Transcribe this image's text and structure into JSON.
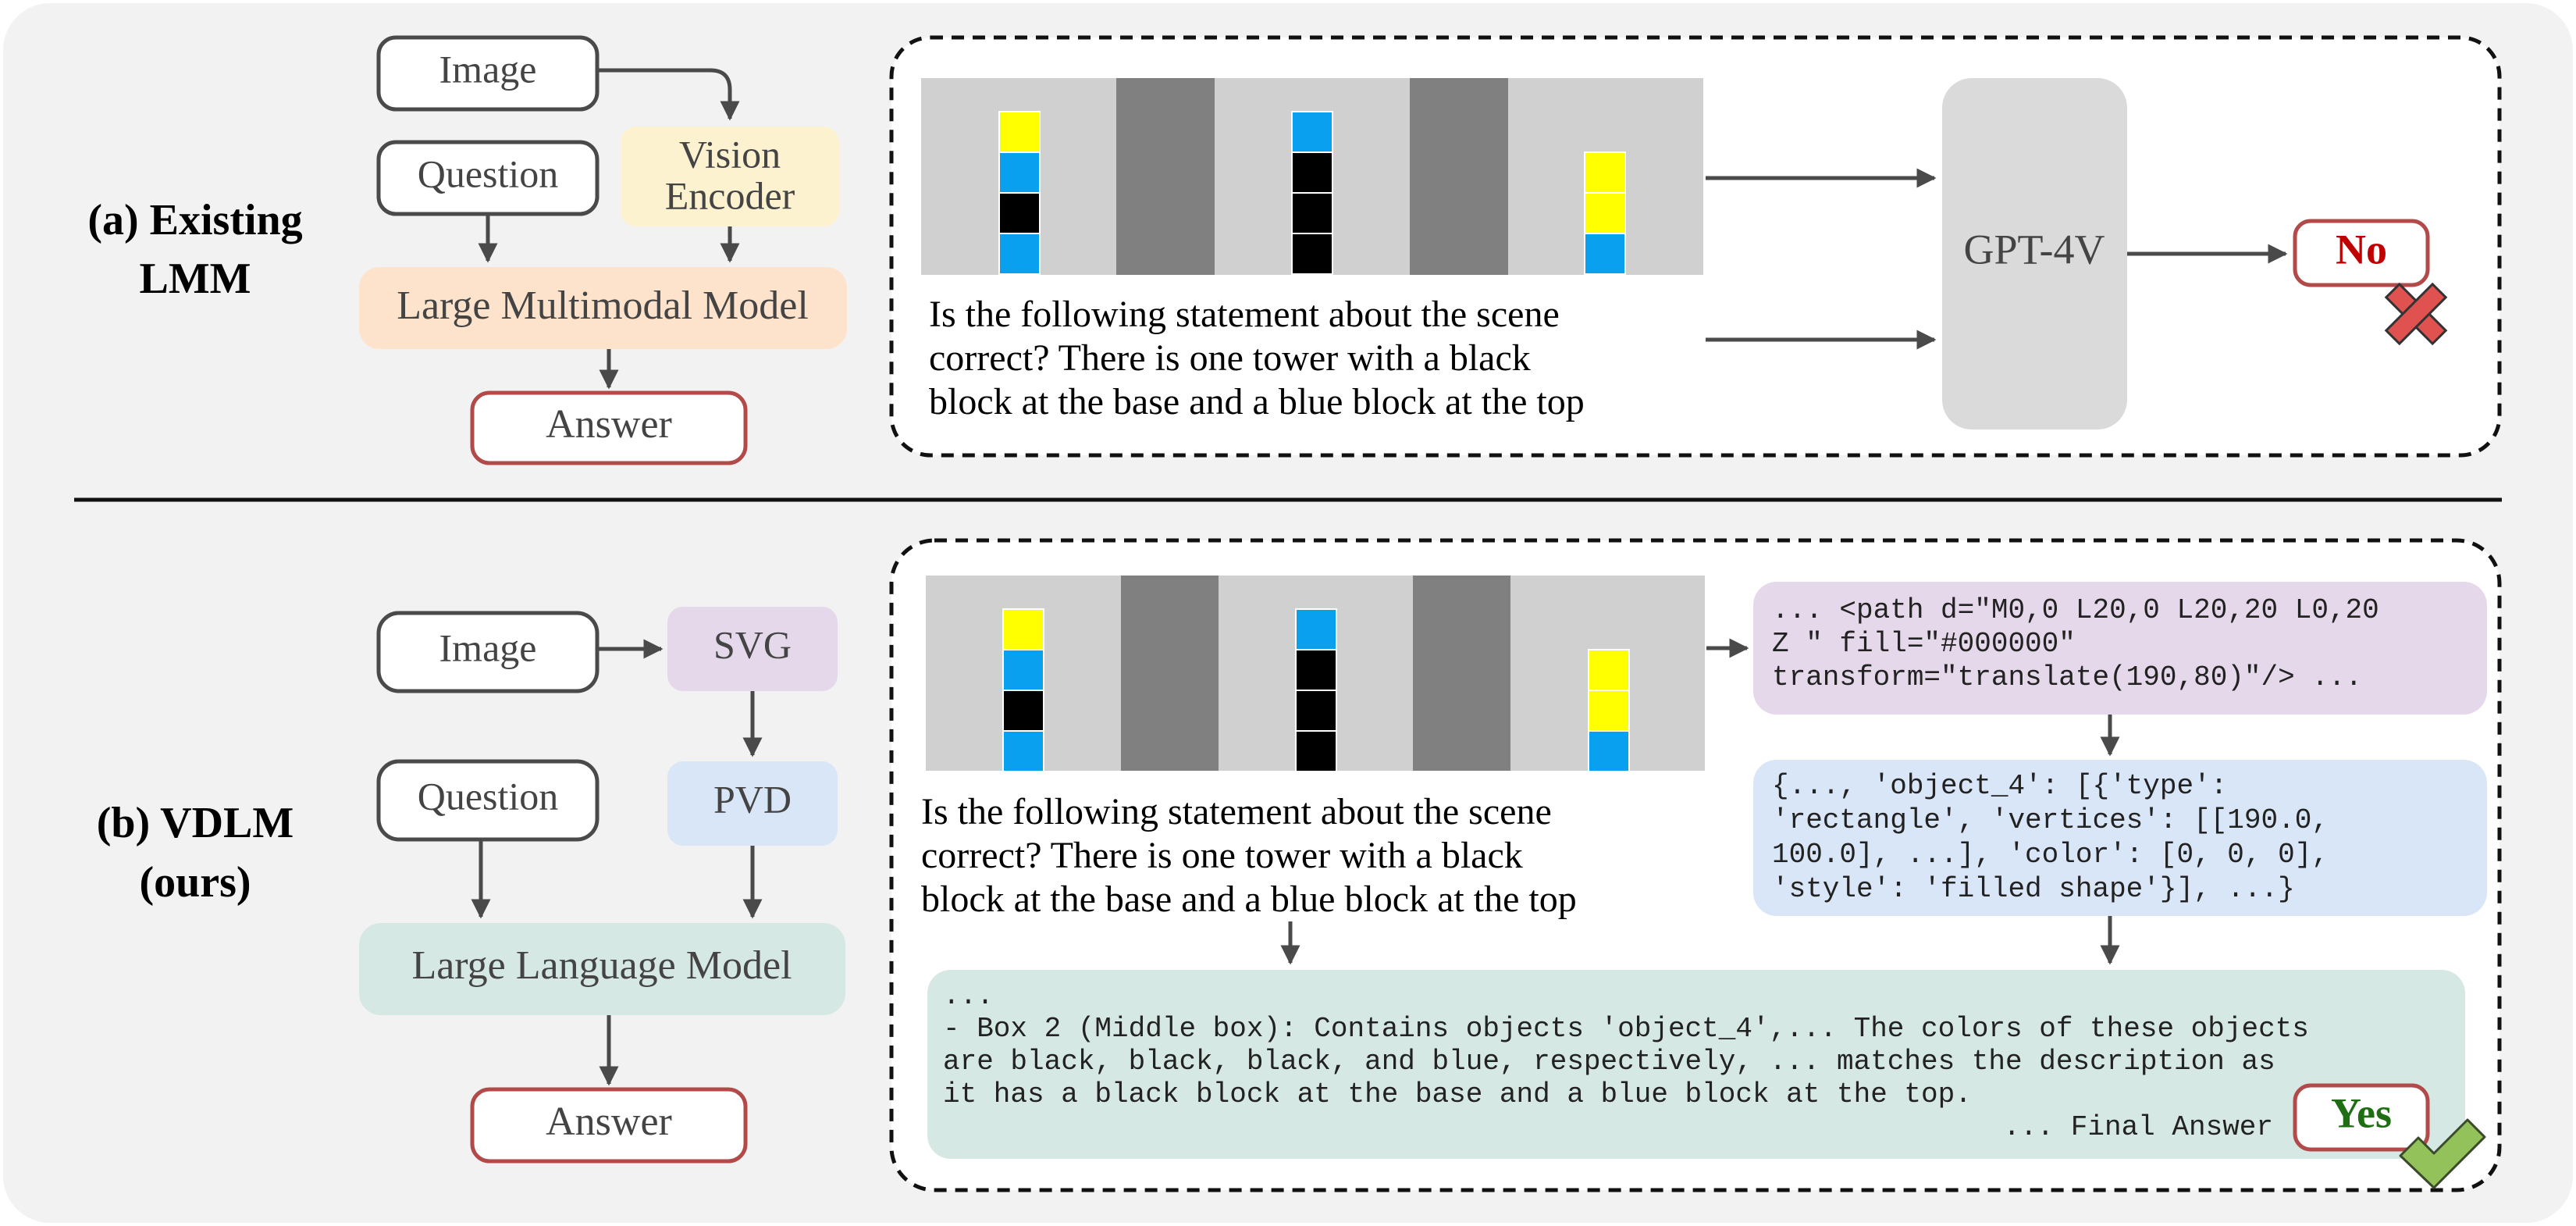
{
  "colors": {
    "panel_bg": "#f2f2f2",
    "box_stroke": "#4a4a4a",
    "answer_stroke": "#b24a4a",
    "vision_encoder_fill": "#fdf2cf",
    "lmm_fill": "#fde3cc",
    "svg_fill": "#e4d8ea",
    "pvd_fill": "#d9e6f7",
    "llm_fill": "#d6e8e3",
    "gpt_fill": "#dadada",
    "no_text": "#c00000",
    "yes_text": "#1f6e14",
    "cross_fill": "#e05250",
    "check_fill": "#93c25a",
    "scene_bg": "#d0d0d0",
    "scene_wall": "#808080",
    "block_yellow": "#ffff00",
    "block_blue": "#0aa0f0",
    "block_black": "#000000"
  },
  "top": {
    "section_label_line1": "(a) Existing",
    "section_label_line2": "LMM",
    "image_box": "Image",
    "question_box": "Question",
    "vision_encoder_line1": "Vision",
    "vision_encoder_line2": "Encoder",
    "model_box": "Large Multimodal Model",
    "answer_box": "Answer",
    "question_line1": "Is the following statement about the scene",
    "question_line2": "correct? There is one tower with a black",
    "question_line3": "block at the base and a blue block at the top",
    "gpt_box": "GPT-4V",
    "result": "No"
  },
  "bottom": {
    "section_label_line1": "(b) VDLM",
    "section_label_line2": "(ours)",
    "image_box": "Image",
    "svg_box": "SVG",
    "question_box": "Question",
    "pvd_box": "PVD",
    "model_box": "Large Language Model",
    "answer_box": "Answer",
    "question_line1": "Is the following statement about the scene",
    "question_line2": "correct? There is one tower with a black",
    "question_line3": "block at the base and a blue block at the top",
    "svg_code_line1": "... <path d=\"M0,0 L20,0 L20,20 L0,20",
    "svg_code_line2": "Z \" fill=\"#000000\"",
    "svg_code_line3": "transform=\"translate(190,80)\"/> ...",
    "pvd_code_line1": "{..., 'object_4': [{'type':",
    "pvd_code_line2": "'rectangle', 'vertices': [[190.0,",
    "pvd_code_line3": "100.0], ...], 'color': [0, 0, 0],",
    "pvd_code_line4": "'style': 'filled shape'}], ...}",
    "reasoning_line1": "...",
    "reasoning_line2": "- Box 2 (Middle box): Contains objects 'object_4',... The colors of these objects",
    "reasoning_line3": "are black, black, black, and blue, respectively, ... matches the description as",
    "reasoning_line4": "it has a black block at the base and a blue block at the top.",
    "reasoning_line5": "... Final Answer",
    "result": "Yes"
  },
  "icons": {
    "wrong": "cross-icon",
    "right": "check-icon"
  }
}
